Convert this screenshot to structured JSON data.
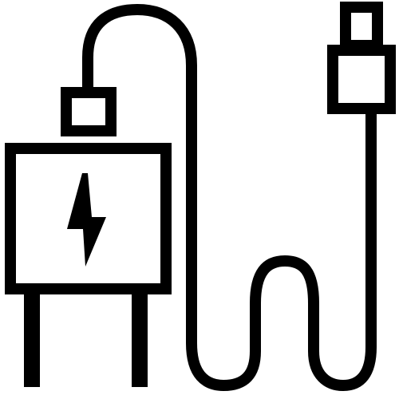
{
  "icon": {
    "name": "charger-with-cable-icon",
    "colors": {
      "stroke": "#000000",
      "background": "#ffffff"
    },
    "parts": [
      "adapter-body",
      "adapter-socket",
      "lightning-bolt-icon",
      "prong-left",
      "prong-right",
      "cable",
      "usb-plug-head",
      "usb-plug-tip"
    ]
  }
}
